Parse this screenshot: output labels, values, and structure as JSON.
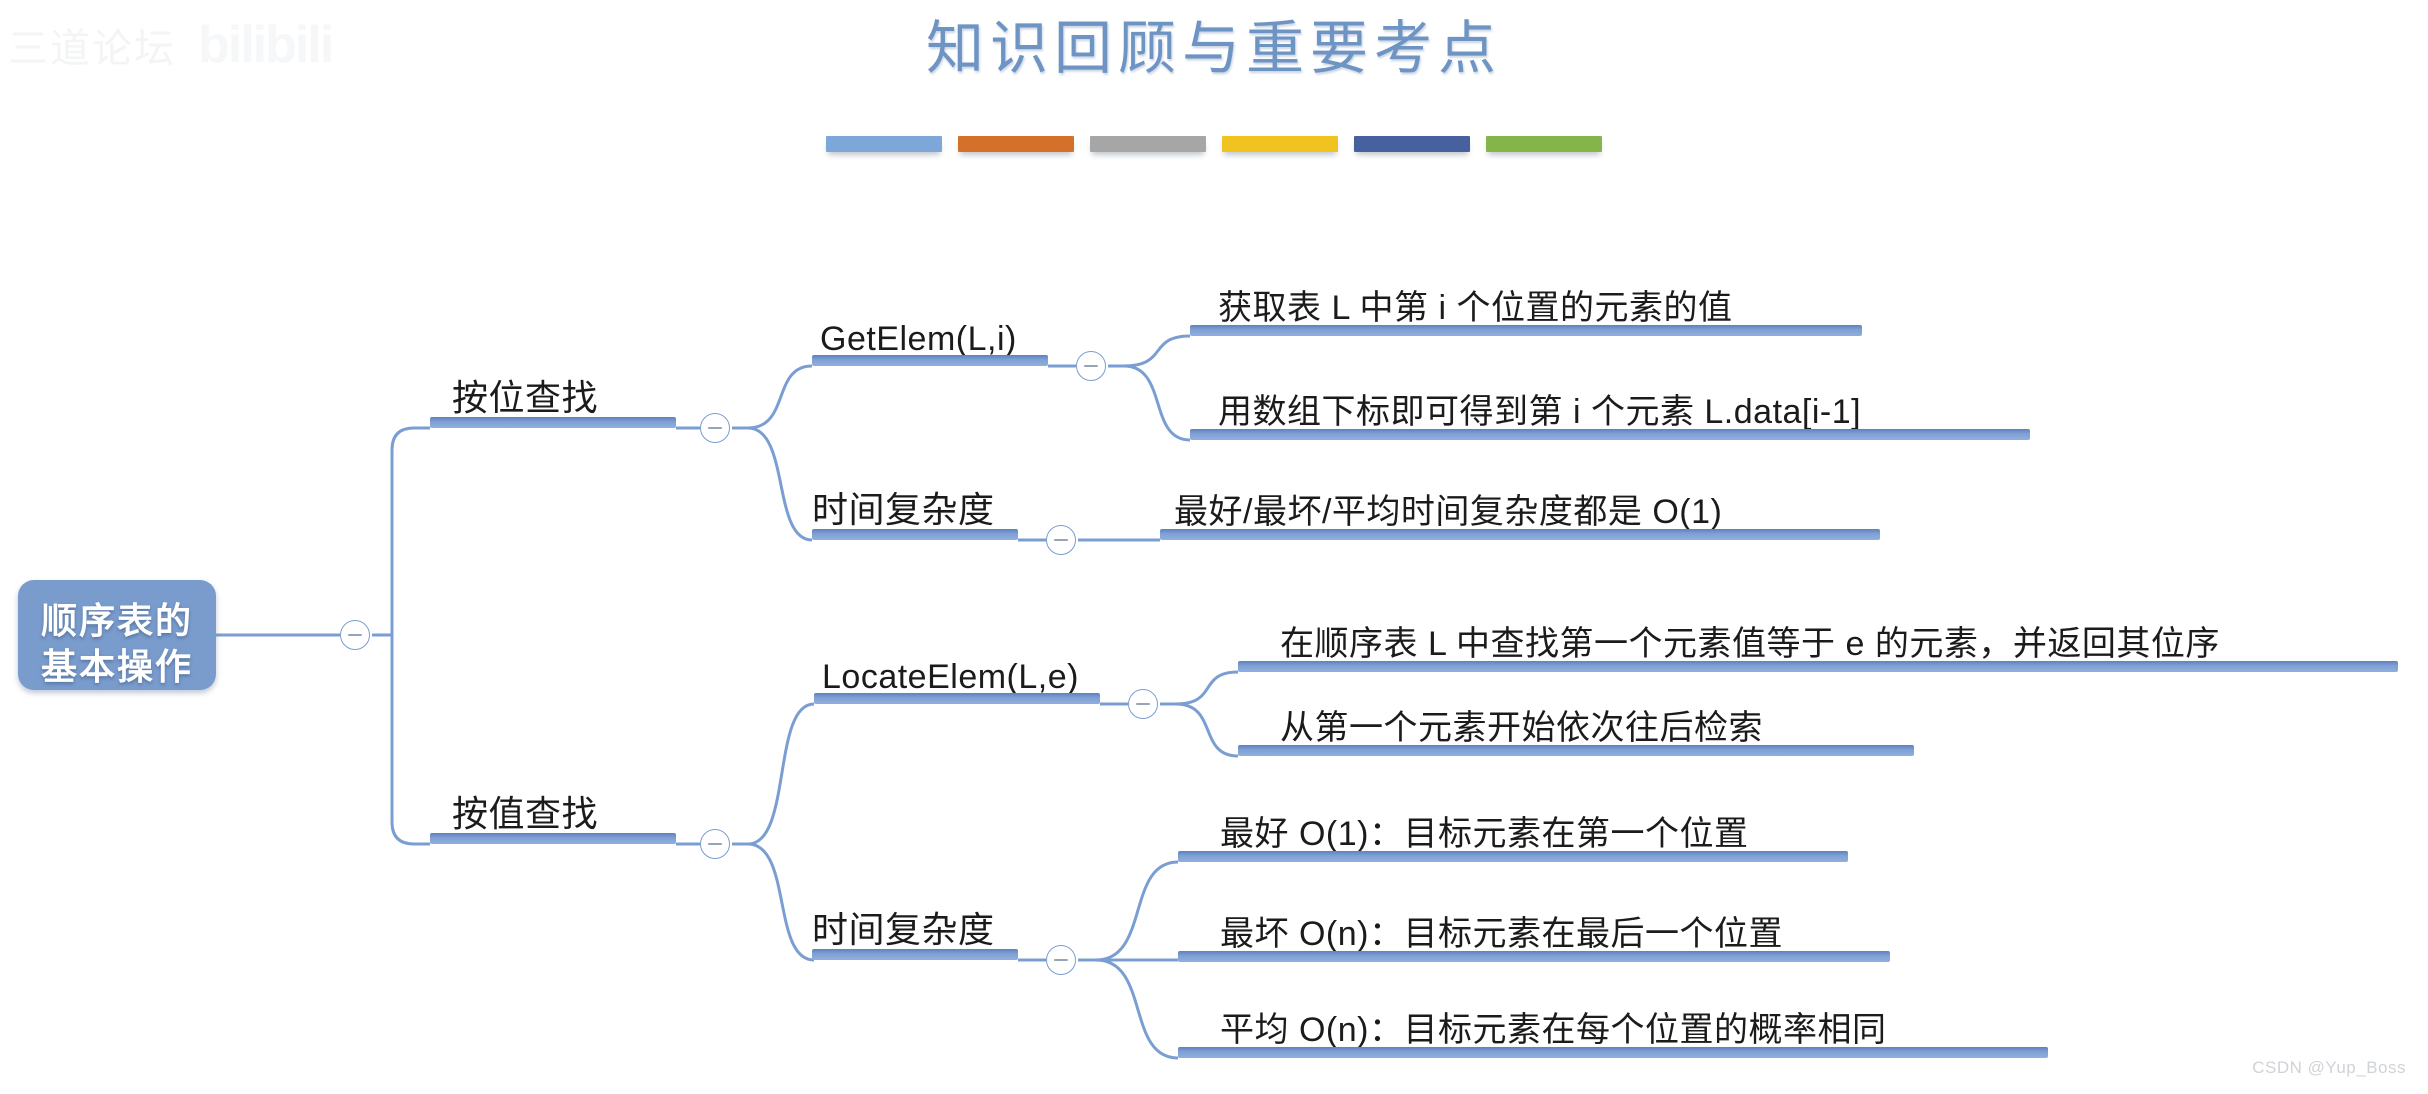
{
  "title": "知识回顾与重要考点",
  "title_color": "#6e94c4",
  "title_bars": [
    {
      "name": "bar-blue",
      "color": "#7da7d9"
    },
    {
      "name": "bar-orange",
      "color": "#d3702a"
    },
    {
      "name": "bar-gray",
      "color": "#a6a6a6"
    },
    {
      "name": "bar-yellow",
      "color": "#f0c320"
    },
    {
      "name": "bar-navy",
      "color": "#47619f"
    },
    {
      "name": "bar-green",
      "color": "#84b44a"
    }
  ],
  "watermarks": {
    "bilibili_cn": "三道论坛",
    "bilibili_logo": "bilibili",
    "csdn": "CSDN @Yup_Boss"
  },
  "mindmap": {
    "accent_bar_color": "#7fa0d3",
    "link_color": "#7a9ed2",
    "root": {
      "line1": "顺序表的",
      "line2": "基本操作",
      "fill": "#799ccd",
      "text_color": "#ffffff"
    },
    "level2": [
      {
        "label": "按位查找"
      },
      {
        "label": "按值查找"
      }
    ],
    "level3": [
      {
        "label": "GetElem(L,i)"
      },
      {
        "label": "时间复杂度"
      },
      {
        "label": "LocateElem(L,e)"
      },
      {
        "label": "时间复杂度"
      }
    ],
    "leaves": [
      {
        "label": "获取表 L 中第 i 个位置的元素的值"
      },
      {
        "label": "用数组下标即可得到第 i 个元素 L.data[i-1]"
      },
      {
        "label": "最好/最坏/平均时间复杂度都是 O(1)"
      },
      {
        "label": "在顺序表 L 中查找第一个元素值等于 e 的元素，并返回其位序"
      },
      {
        "label": "从第一个元素开始依次往后检索"
      },
      {
        "label": "最好 O(1)：目标元素在第一个位置"
      },
      {
        "label": "最坏 O(n)：目标元素在最后一个位置"
      },
      {
        "label": "平均 O(n)：目标元素在每个位置的概率相同"
      }
    ]
  }
}
